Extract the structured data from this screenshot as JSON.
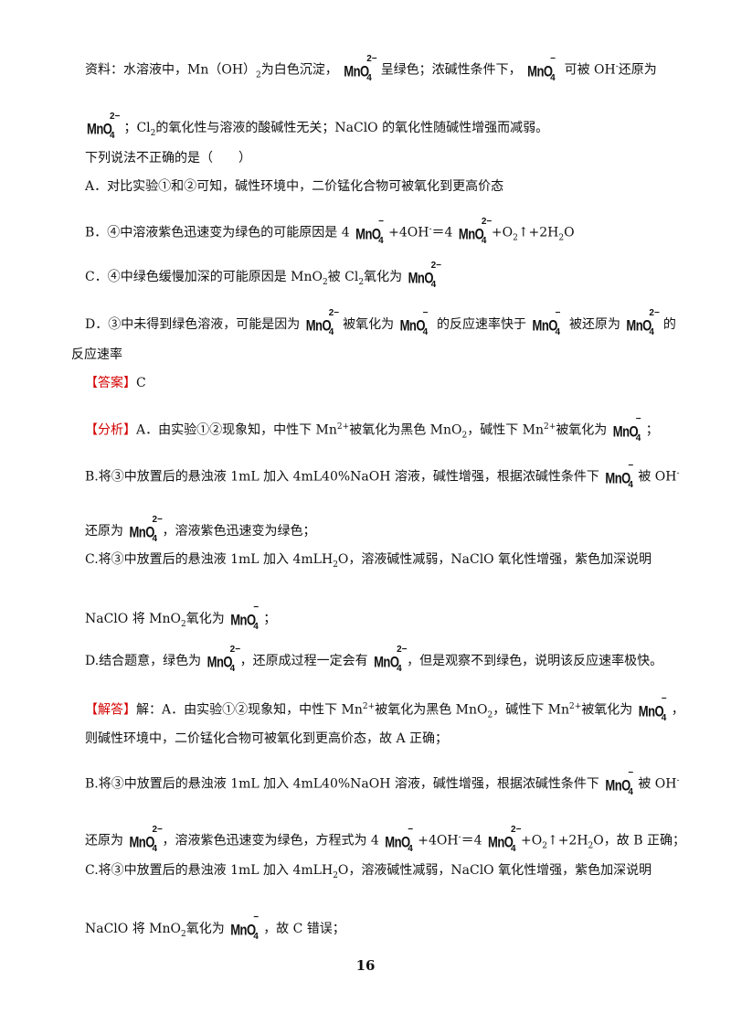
{
  "f": {
    "mno": "MnO",
    "four": "4",
    "q2": "2−",
    "q1": "−"
  },
  "l1": {
    "a": "资料：水溶液中，Mn（OH）",
    "b": "为白色沉淀，",
    "c": "呈绿色；浓碱性条件下，",
    "d": "可被 OH",
    "e": "还原为"
  },
  "l2": {
    "a": "；Cl",
    "b": "的氧化性与溶液的酸碱性无关；NaClO 的氧化性随碱性增强而减弱。"
  },
  "l3": "下列说法不正确的是（　　）",
  "l4": "A．对比实验①和②可知，碱性环境中，二价锰化合物可被氧化到更高价态",
  "l5": {
    "a": "B．④中溶液紫色迅速变为绿色的可能原因是 4",
    "b": "+4OH",
    "c": "＝4",
    "d": "+O",
    "e": "↑+2H",
    "f": "O"
  },
  "l6": {
    "a": "C．④中绿色缓慢加深的可能原因是 MnO",
    "b": "被 Cl",
    "c": "氧化为"
  },
  "l7": {
    "a": "D．③中未得到绿色溶液，可能是因为",
    "b": "被氧化为",
    "c": "的反应速率快于",
    "d": "被还原为",
    "e": "的"
  },
  "l8": "反应速率",
  "l9": {
    "tag": "【答案】",
    "text": "C"
  },
  "l10": {
    "tag": "【分析】",
    "a": "A．由实验①②现象知，中性下 Mn",
    "b": "被氧化为黑色 MnO",
    "c": "，碱性下 Mn",
    "d": "被氧化为",
    "e": "；"
  },
  "l11": {
    "a": "B.将③中放置后的悬浊液 1mL 加入 4mL40%NaOH 溶液，碱性增强，根据浓碱性条件下",
    "b": "被 OH"
  },
  "l12": {
    "a": "还原为",
    "b": "，溶液紫色迅速变为绿色；"
  },
  "l13": {
    "a": "C.将③中放置后的悬浊液 1mL 加入 4mLH",
    "b": "O，溶液碱性减弱，NaClO 氧化性增强，紫色加深说明"
  },
  "l14": {
    "a": "NaClO 将 MnO",
    "b": "氧化为",
    "c": "；"
  },
  "l15": {
    "a": "D.结合题意，绿色为",
    "b": "，还原成过程一定会有",
    "c": "，但是观察不到绿色，说明该反应速率极快。"
  },
  "l16": {
    "tag": "【解答】",
    "a": "解：A．由实验①②现象知，中性下 Mn",
    "b": "被氧化为黑色 MnO",
    "c": "，碱性下 Mn",
    "d": "被氧化为",
    "e": "，"
  },
  "l17": "则碱性环境中，二价锰化合物可被氧化到更高价态，故 A 正确；",
  "l18": {
    "a": "B.将③中放置后的悬浊液 1mL 加入 4mL40%NaOH 溶液，碱性增强，根据浓碱性条件下",
    "b": "被 OH"
  },
  "l19": {
    "a": "还原为",
    "b": "，溶液紫色迅速变为绿色，方程式为 4",
    "c": "+4OH",
    "d": "＝4",
    "e": "+O",
    "f": "↑+2H",
    "g": "O，故 B 正确；"
  },
  "l20": {
    "a": "C.将③中放置后的悬浊液 1mL 加入 4mLH",
    "b": "O，溶液碱性减弱，NaClO 氧化性增强，紫色加深说明"
  },
  "l21": {
    "a": "NaClO 将 MnO",
    "b": "氧化为",
    "c": "，故 C 错误；"
  },
  "sub2": "2",
  "sup2p": "2+",
  "supm": "-",
  "pageno": "16"
}
